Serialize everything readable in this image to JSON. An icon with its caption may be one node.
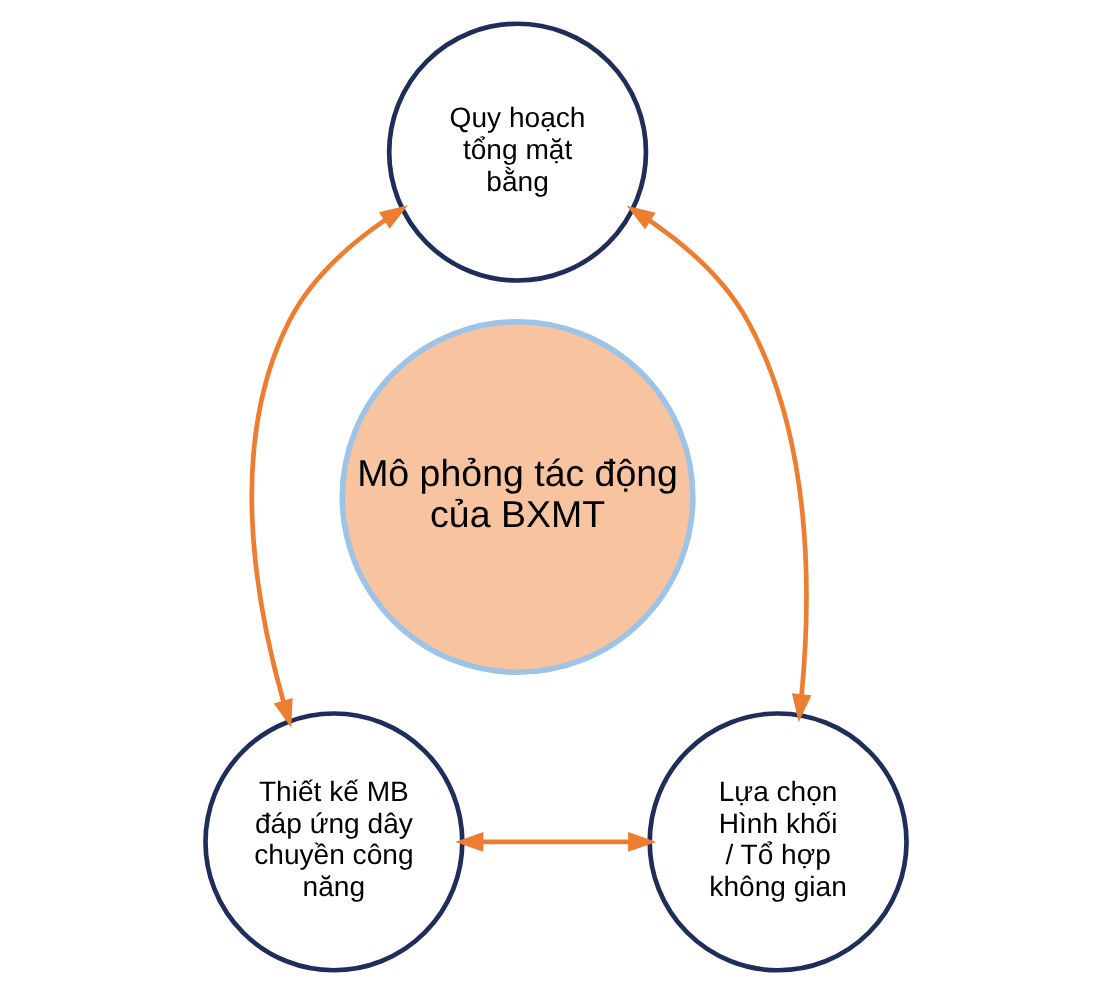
{
  "diagram": {
    "nodes": [
      {
        "text": [
          "Mô phỏng tác động của BXMT"
        ]
      },
      {
        "text": [
          "Quy hoạch tổng mặt bằng"
        ]
      },
      {
        "text": [
          "Thiết kế MB đáp ứng dây chuyền công năng"
        ]
      },
      {
        "text": [
          "Lựa chọn Hình khối / Tổ hợp không gian"
        ]
      }
    ],
    "edges": [
      {
        "from": 1,
        "to": 2,
        "arrow": "both"
      },
      {
        "from": 1,
        "to": 3,
        "arrow": "both"
      },
      {
        "from": 2,
        "to": 3,
        "arrow": "both"
      }
    ]
  }
}
